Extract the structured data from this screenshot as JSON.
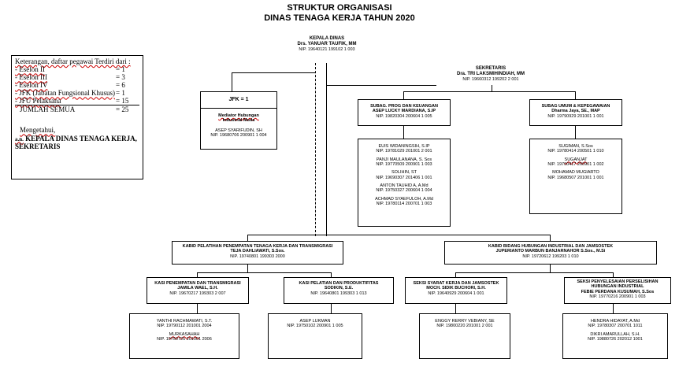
{
  "title": {
    "line1": "STRUKTUR ORGANISASI",
    "line2": "DINAS TENAGA KERJA TAHUN 2020"
  },
  "kepala": {
    "role": "KEPALA DINAS",
    "name": "Drs. YANUAR TAUFIK, MM",
    "nip": "NIP. 19640121 199102 1 003"
  },
  "sekretaris": {
    "role": "SEKRETARIS",
    "name": "Dra. TRI LAKSMIHINDIAH, MM",
    "nip": "NIP. 19660312 199202 2 001"
  },
  "jfk": {
    "header": "JFK = 1",
    "sub1": "Mediator Hubungan",
    "sub2": "Industrial Muda",
    "name": "ASEP SYARIFUDIN, SH",
    "nip": "NIP. 19680706 200901 1 004"
  },
  "subag_prog": {
    "role": "SUBAG. PROG DAN KEUANGAN",
    "name": "ASEP LUCKY MARDIANA, S.IP",
    "nip": "NIP. 19820304 200604 1 005"
  },
  "subag_prog_staff": [
    {
      "name": "EUIS WIDANINGSIH, S.IP",
      "nip": "NIP. 19781029 201001 2 001"
    },
    {
      "name": "PANJI MAULANANA, S. Sos",
      "nip": "NIP. 19770509 200901 1 003"
    },
    {
      "name": "SOLIHIN, ST",
      "nip": "NIP. 19690307 201406 1 001"
    },
    {
      "name": "ANTON TAUHID A, A.Md",
      "nip": "NIP. 19750327 200604 1 004"
    },
    {
      "name": "ACHMAD SYAEFULOH, A.Md",
      "nip": "NIP. 19780114 200701 1 003"
    }
  ],
  "subag_umum": {
    "role": "SUBAG UMUM & KEPEGAWAIAN",
    "name": "Dharma Jaya, SE., MAP",
    "nip": "NIP. 19790929 201001 1 001"
  },
  "subag_umum_staff": [
    {
      "name": "SUGIMAN, S.Sos",
      "nip": "NIP. 19780414 200501 1 010"
    },
    {
      "name": "SUGANJAT",
      "nip": "NIP. 19700417 200901 1 002"
    },
    {
      "name": "MOHAMAD MUGIARTO",
      "nip": "NIP. 19680507 201001 1 001"
    }
  ],
  "legend": {
    "heading": "Keterangan, daftar pegawai Terdiri dari :",
    "rows": [
      {
        "label": "- Eselon II",
        "value": "= 1"
      },
      {
        "label": "- Eselon III",
        "value": "= 3"
      },
      {
        "label": "- Eselon IV",
        "value": "= 6"
      },
      {
        "label": "- JFK (Jabatan Fungsional Khusus)",
        "value": "= 1"
      },
      {
        "label": "- JFU Pelaksana",
        "value": "= 15"
      }
    ],
    "total_label": "JUMLAH SEMUA",
    "total_value": "= 25",
    "mengetahui": "Mengetahui,",
    "an": "a.n.",
    "sign1": "KEPALA DINAS TENAGA KERJA,",
    "sign2": "SEKRETARIS"
  },
  "kabid_pelatihan": {
    "role": "KABID  PELATIHAN PENEMPATAN TENAGA KERJA DAN TRANSMIGRASI",
    "name": "TEJA DAHLIAWATI, S.Sos.",
    "nip": "NIP. 19740801 199303 2000"
  },
  "kabid_hub": {
    "role": "KABID BIDANG HUBUNGAN INDUSTRIAL DAN JAMSOSTEK",
    "name": "JUPERIANTO MARBUN BANJARNAHOR S.Sos., M.Si",
    "nip": "NIP. 19720612 199203 1 010"
  },
  "kasi_penempatan": {
    "role": "KASI PENEMPATAN DAN TRANSMIGRASI",
    "name": "JAMILA WAEL, S.H.",
    "nip": "NIP. 19670217 199303 2 007"
  },
  "kasi_penempatan_staff": [
    {
      "name": "YANTHI RACHMAWATI, S.T.",
      "nip": "NIP. 19790112 201001 2004"
    },
    {
      "name": "MURKASAHAH",
      "nip": "NIP. 19750725 201001 2006"
    }
  ],
  "kasi_pelatihan": {
    "role": "KASI PELATIAN DAN PRODUKTIFITAS",
    "name": "SODIKIN, S.E.",
    "nip": "NIP. 19640801 199303 1 013"
  },
  "kasi_pelatihan_staff": [
    {
      "name": "ASEP LUKMAN",
      "nip": "NIP. 19750102 200901 1 005"
    }
  ],
  "seksi_syarat": {
    "role": "SEKSI SYARAT KERJA DAN JAMSOSTEK",
    "name": "MOCH. SIDIK BUCHORI, S.H.",
    "nip": "NIP. 19640929 200604 1 001"
  },
  "seksi_syarat_staff": [
    {
      "name": "ENGGY RERRY VEBIANY, SE",
      "nip": "NIP. 19800220 201001 2 001"
    }
  ],
  "seksi_perselisihan": {
    "role1": "SEKSI PENYELESAIAN PERSELISIHAN",
    "role2": "HUBUNGAN INDUSTRIAL",
    "name": "FEBIE PERDANA KUSUMAH, S.Sos",
    "nip": "NIP. 19770216 200901 1 003"
  },
  "seksi_perselisihan_staff": [
    {
      "name": "HENDRA HIDAYAT, A.Md",
      "nip": "NIP. 19780307 200701 1011"
    },
    {
      "name": "DIKRI AMARULLAH, S.H.",
      "nip": "NIP. 19880726 202012 1001"
    }
  ]
}
